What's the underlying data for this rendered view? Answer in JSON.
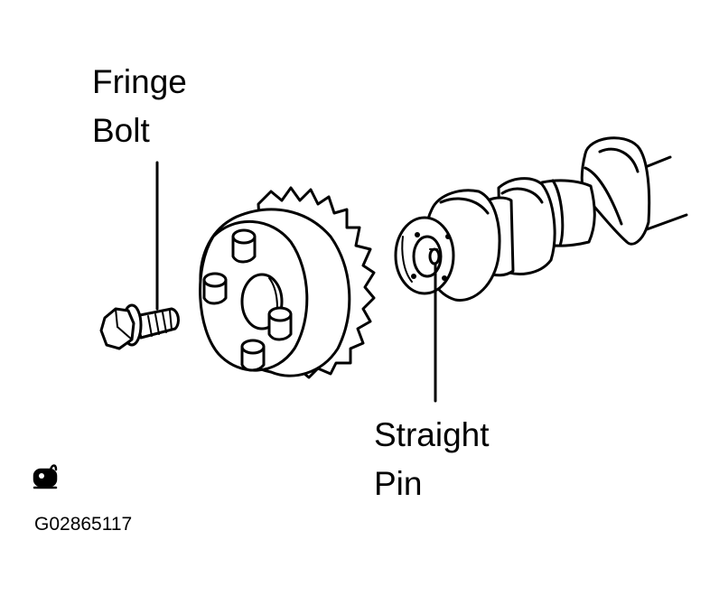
{
  "labels": {
    "fringe_bolt": [
      "Fringe",
      "Bolt"
    ],
    "straight_pin": [
      "Straight",
      "Pin"
    ]
  },
  "figure_code": "G02865117",
  "icons": [
    "oil-application-icon"
  ],
  "colors": {
    "line": "#000000",
    "background": "#ffffff"
  }
}
